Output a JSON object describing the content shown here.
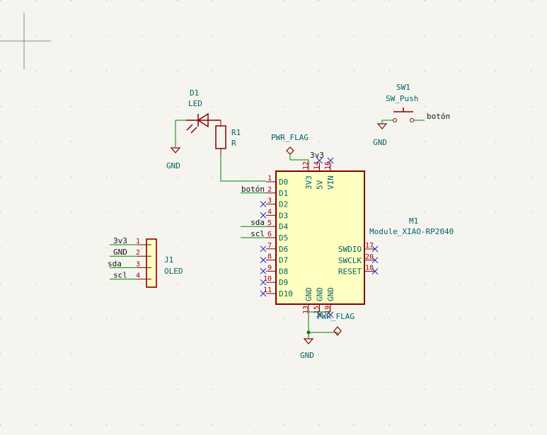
{
  "schematic": {
    "d1": {
      "ref": "D1",
      "value": "LED"
    },
    "r1": {
      "ref": "R1",
      "value": "R"
    },
    "sw1": {
      "ref": "SW1",
      "value": "SW_Push",
      "net": "botón"
    },
    "j1": {
      "ref": "J1",
      "value": "OLED",
      "pins": [
        {
          "num": "1",
          "net": "3v3"
        },
        {
          "num": "2",
          "net": "GND"
        },
        {
          "num": "3",
          "net": "sda"
        },
        {
          "num": "4",
          "net": "scl"
        }
      ]
    },
    "m1": {
      "ref": "M1",
      "value": "Module_XIAO-RP2040",
      "left_pins": [
        {
          "num": "1",
          "name": "D0",
          "net": ""
        },
        {
          "num": "2",
          "name": "D1",
          "net": "botón"
        },
        {
          "num": "3",
          "name": "D2",
          "net": ""
        },
        {
          "num": "4",
          "name": "D3",
          "net": ""
        },
        {
          "num": "5",
          "name": "D4",
          "net": "sda"
        },
        {
          "num": "6",
          "name": "D5",
          "net": "scl"
        },
        {
          "num": "7",
          "name": "D6",
          "net": ""
        },
        {
          "num": "8",
          "name": "D7",
          "net": ""
        },
        {
          "num": "9",
          "name": "D8",
          "net": ""
        },
        {
          "num": "10",
          "name": "D9",
          "net": ""
        },
        {
          "num": "11",
          "name": "D10",
          "net": ""
        }
      ],
      "top_pins": [
        {
          "num": "12",
          "name": "3V3"
        },
        {
          "num": "14",
          "name": "5V"
        },
        {
          "num": "16",
          "name": "VIN"
        }
      ],
      "bottom_pins": [
        {
          "num": "13",
          "name": "GND"
        },
        {
          "num": "15",
          "name": "GND"
        },
        {
          "num": "19",
          "name": "GND"
        }
      ],
      "right_pins": [
        {
          "num": "17",
          "name": "SWDIO"
        },
        {
          "num": "20",
          "name": "SWCLK"
        },
        {
          "num": "18",
          "name": "RESET"
        }
      ]
    },
    "pwr_flag_top": "PWR_FLAG",
    "pwr_flag_bottom": "PWR_FLAG",
    "net_3v3_top": "3v3",
    "gnd_labels": {
      "led": "GND",
      "switch": "GND",
      "module": "GND"
    }
  },
  "colors": {
    "background": "#f5f4ef",
    "wire": "#008400",
    "symbol_outline": "#840000",
    "symbol_fill": "#ffffc2",
    "text_teal": "#006464",
    "no_connect": "#2020c0"
  }
}
